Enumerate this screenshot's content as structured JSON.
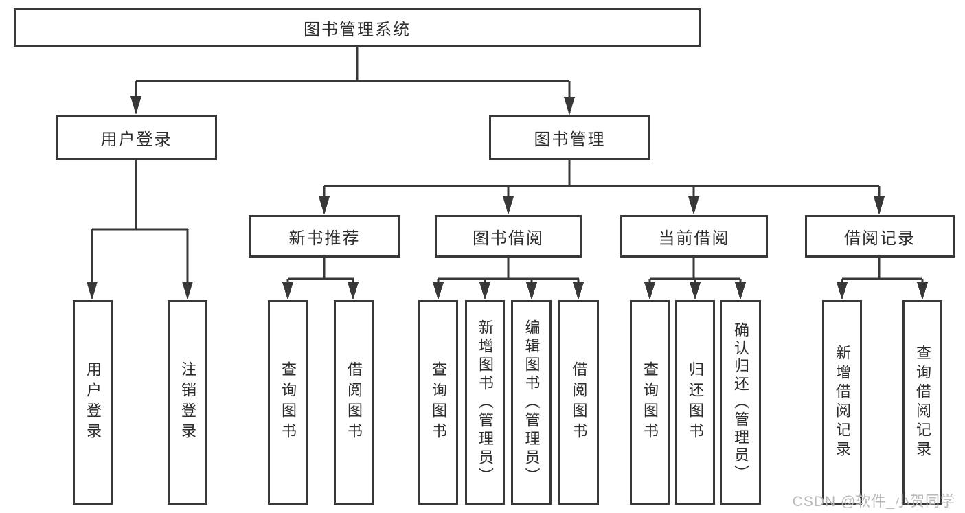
{
  "nodes": {
    "root": "图书管理系统",
    "level2": [
      {
        "label": "用户登录",
        "children": [
          "用户登录",
          "注销登录"
        ]
      },
      {
        "label": "图书管理"
      }
    ],
    "level3": [
      {
        "label": "新书推荐",
        "children": [
          "查询图书",
          "借阅图书"
        ]
      },
      {
        "label": "图书借阅",
        "children": [
          "查询图书",
          "新增图书（管理员）",
          "编辑图书（管理员）",
          "借阅图书"
        ]
      },
      {
        "label": "当前借阅",
        "children": [
          "查询图书",
          "归还图书",
          "确认归还（管理员）"
        ]
      },
      {
        "label": "借阅记录",
        "children": [
          "新增借阅记录",
          "查询借阅记录"
        ]
      }
    ]
  },
  "watermark": {
    "text": "CSDN @软件_小贺同学"
  },
  "colors": {
    "line": "#383838",
    "text": "#2d2d2d",
    "watermark": "#b9b9b9",
    "background": "#ffffff"
  }
}
